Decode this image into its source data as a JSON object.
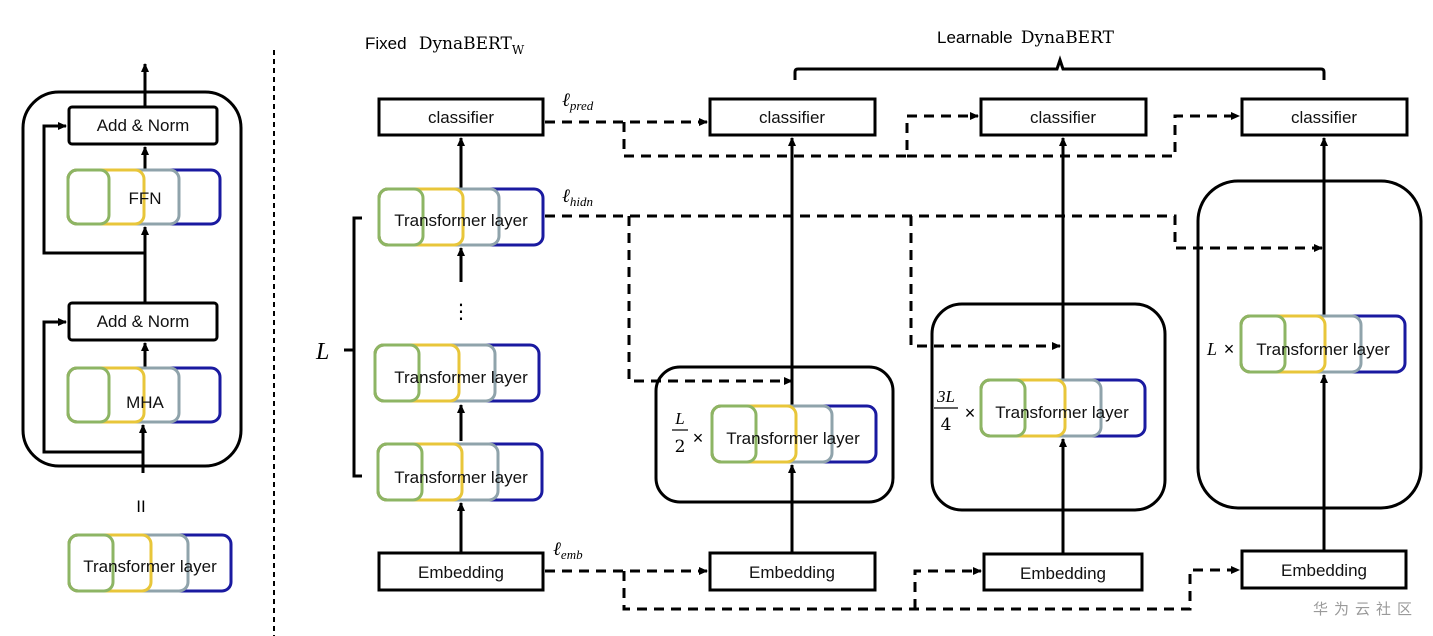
{
  "left_panel": {
    "add_norm_top": "Add & Norm",
    "ffn": "FFN",
    "add_norm_bottom": "Add & Norm",
    "mha": "MHA",
    "equals": "II",
    "transformer_layer": "Transformer layer"
  },
  "fixed": {
    "title": "Fixed",
    "model": "DynaBERT",
    "model_subscript": "W",
    "classifier": "classifier",
    "transformer_layer": "Transformer layer",
    "ellipsis": "⋮",
    "depth_label": "L",
    "embedding": "Embedding"
  },
  "losses": {
    "pred": "ℓ",
    "pred_sub": "pred",
    "hidn": "ℓ",
    "hidn_sub": "hidn",
    "emb": "ℓ",
    "emb_sub": "emb"
  },
  "learnable": {
    "title": "Learnable",
    "model": "DynaBERT",
    "columns": [
      {
        "classifier": "classifier",
        "multiplier_num": "L",
        "multiplier_den": "2",
        "times": "×",
        "layer": "Transformer layer",
        "embedding": "Embedding"
      },
      {
        "classifier": "classifier",
        "multiplier_num": "3L",
        "multiplier_den": "4",
        "times": "×",
        "layer": "Transformer layer",
        "embedding": "Embedding"
      },
      {
        "classifier": "classifier",
        "multiplier": "L",
        "times": "×",
        "layer": "Transformer layer",
        "embedding": "Embedding"
      }
    ]
  },
  "colors": {
    "green": "#8db564",
    "yellow": "#e8c63a",
    "gray": "#8fa3ab",
    "blue": "#1a1aa0"
  },
  "watermark": "华为云社区"
}
